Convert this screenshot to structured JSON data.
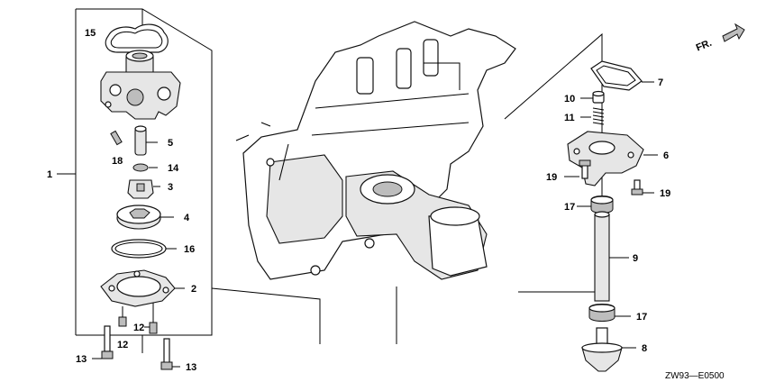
{
  "direction_label": "FR.",
  "diagram_code": "ZW93—E0500",
  "callouts": [
    {
      "key": "p15",
      "text": "15"
    },
    {
      "key": "p1",
      "text": "1"
    },
    {
      "key": "p5",
      "text": "5"
    },
    {
      "key": "p18",
      "text": "18"
    },
    {
      "key": "p14",
      "text": "14"
    },
    {
      "key": "p3",
      "text": "3"
    },
    {
      "key": "p4",
      "text": "4"
    },
    {
      "key": "p16",
      "text": "16"
    },
    {
      "key": "p2",
      "text": "2"
    },
    {
      "key": "p12a",
      "text": "12"
    },
    {
      "key": "p12b",
      "text": "12"
    },
    {
      "key": "p13a",
      "text": "13"
    },
    {
      "key": "p13b",
      "text": "13"
    },
    {
      "key": "p7",
      "text": "7"
    },
    {
      "key": "p10",
      "text": "10"
    },
    {
      "key": "p11",
      "text": "11"
    },
    {
      "key": "p6",
      "text": "6"
    },
    {
      "key": "p19a",
      "text": "19"
    },
    {
      "key": "p19b",
      "text": "19"
    },
    {
      "key": "p17a",
      "text": "17"
    },
    {
      "key": "p9",
      "text": "9"
    },
    {
      "key": "p17b",
      "text": "17"
    },
    {
      "key": "p8",
      "text": "8"
    }
  ]
}
